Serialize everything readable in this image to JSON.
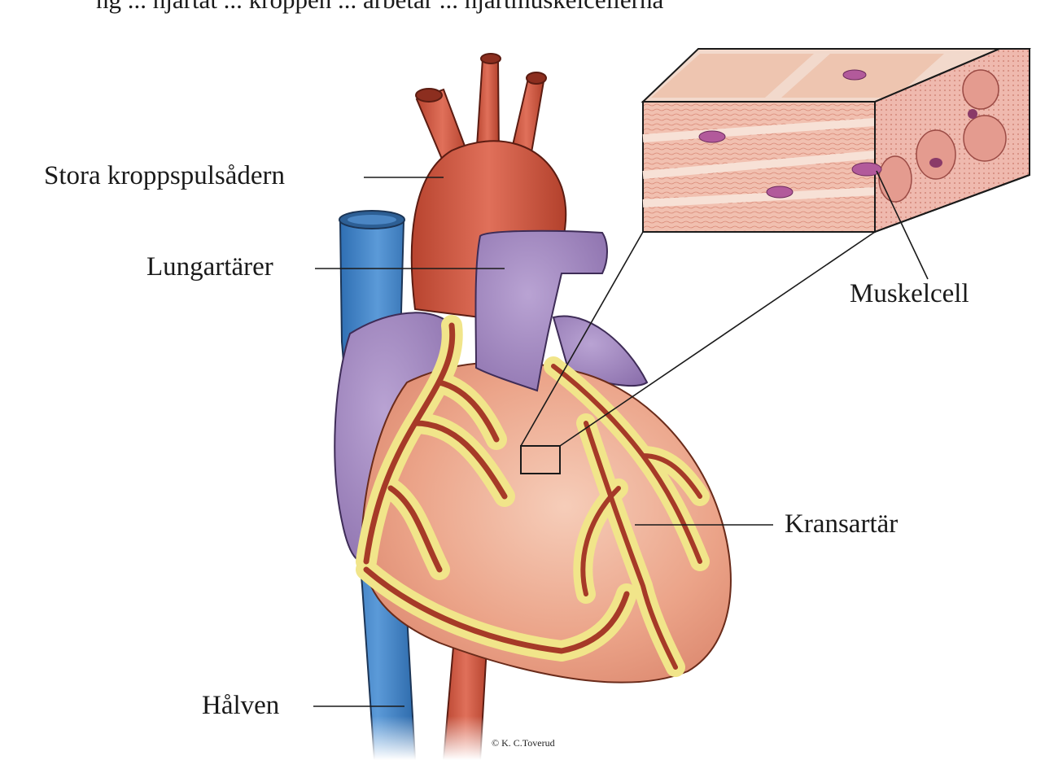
{
  "header_fragment": "ng ... hjartat ... kroppen ... arbetar ... hjartmuskelcellerna",
  "labels": {
    "aorta": "Stora kroppspulsådern",
    "pulmonary": "Lungartärer",
    "muscle_cell": "Muskelcell",
    "coronary": "Kransartär",
    "vena_cava": "Hålven"
  },
  "credit": "© K. C.Toverud",
  "colors": {
    "artery_red": "#c9503a",
    "vein_blue": "#3a7fc1",
    "purple": "#9a7db8",
    "muscle_pink": "#eaa78e",
    "fat_yellow": "#f1e58a"
  }
}
